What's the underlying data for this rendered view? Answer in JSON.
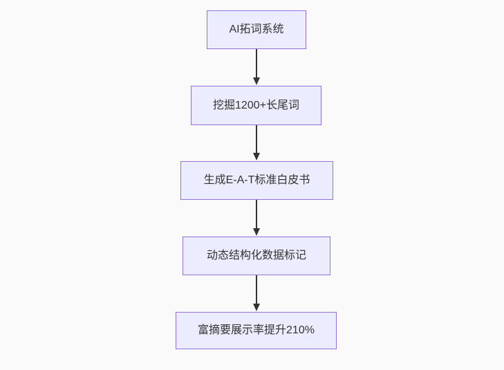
{
  "flowchart": {
    "type": "vertical-flow-diagram",
    "direction": "top-down",
    "background_color": "#fafafa",
    "node_fill_color": "#ececff",
    "node_border_color": "#9370db",
    "node_text_color": "#333333",
    "arrow_color": "#333333",
    "nodes": [
      {
        "label": "AI拓词系统"
      },
      {
        "label": "挖掘1200+长尾词"
      },
      {
        "label": "生成E-A-T标准白皮书"
      },
      {
        "label": "动态结构化数据标记"
      },
      {
        "label": "富摘要展示率提升210%"
      }
    ],
    "edges": [
      {
        "from": "AI拓词系统",
        "to": "挖掘1200+长尾词"
      },
      {
        "from": "挖掘1200+长尾词",
        "to": "生成E-A-T标准白皮书"
      },
      {
        "from": "生成E-A-T标准白皮书",
        "to": "动态结构化数据标记"
      },
      {
        "from": "动态结构化数据标记",
        "to": "富摘要展示率提升210%"
      }
    ]
  }
}
